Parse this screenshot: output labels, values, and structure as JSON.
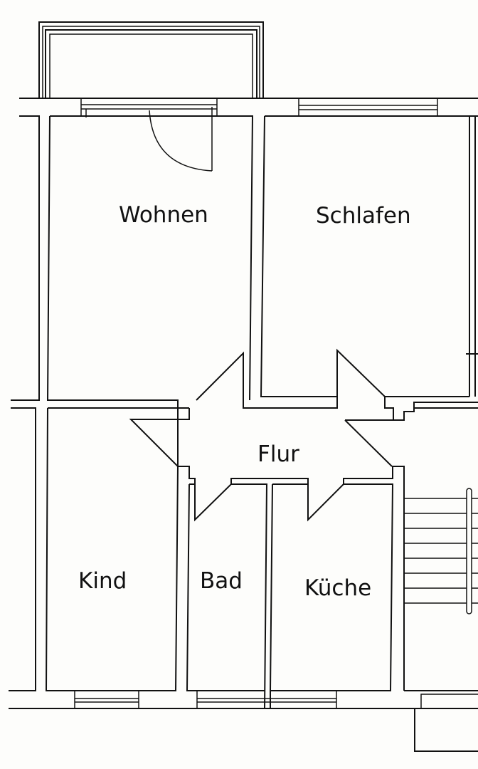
{
  "rooms": {
    "wohnen": "Wohnen",
    "schlafen": "Schlafen",
    "flur": "Flur",
    "kind": "Kind",
    "bad": "Bad",
    "kueche": "Küche"
  },
  "colors": {
    "background": "#fdfdfb",
    "lines": "#111111"
  }
}
